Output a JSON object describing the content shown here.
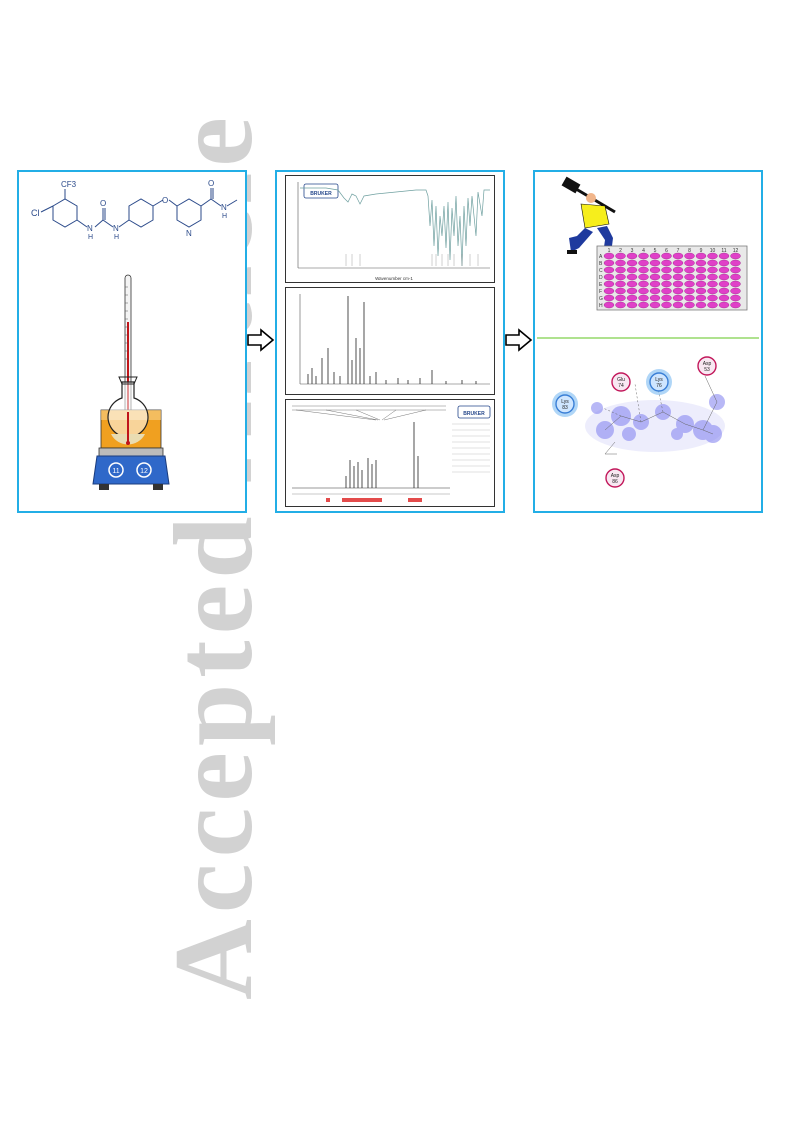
{
  "watermark": {
    "text": "Accepted Article"
  },
  "panel_synthesis": {
    "labels": {
      "cl": "Cl",
      "cf3": "CF3",
      "nh1": "N",
      "h1": "H",
      "o1": "O",
      "nh2": "N",
      "h2": "H",
      "o_ether": "O",
      "o_amide": "O",
      "n_ring": "N",
      "nh3": "N",
      "h3": "H"
    },
    "hotplate": {
      "knob_left": "11",
      "knob_right": "12"
    }
  },
  "panel_spectra": {
    "brand": "BRUKER",
    "ir_xlabel": "Wavenumber cm-1"
  },
  "panel_assay": {
    "plate_columns": [
      "1",
      "2",
      "3",
      "4",
      "5",
      "6",
      "7",
      "8",
      "9",
      "10",
      "11",
      "12"
    ],
    "plate_rows": [
      "A",
      "B",
      "C",
      "D",
      "E",
      "F",
      "G",
      "H"
    ],
    "residues": [
      {
        "name": "Glu",
        "num": "74",
        "style": "pink"
      },
      {
        "name": "Lys",
        "num": "76",
        "style": "blue"
      },
      {
        "name": "Asp",
        "num": "53",
        "style": "pink"
      },
      {
        "name": "Lys",
        "num": "83",
        "style": "blue"
      },
      {
        "name": "Asp",
        "num": "86",
        "style": "pink"
      }
    ]
  },
  "colors": {
    "panel_border": "#23aee6",
    "watermark": "#d2d2d2",
    "well": "#e040c8",
    "divider": "#7fd14c"
  }
}
